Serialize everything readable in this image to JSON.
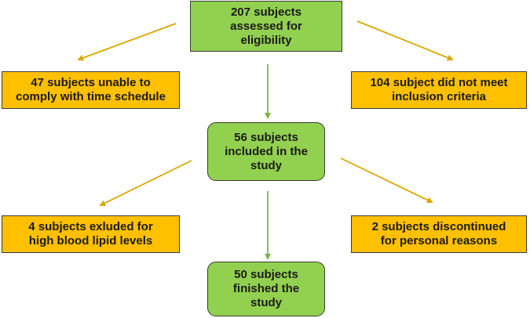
{
  "colors": {
    "green_fill": "#92d050",
    "orange_fill": "#ffc000",
    "green_arrow": "#7ab648",
    "gold_arrow": "#d9a800"
  },
  "nodes": {
    "assessed": "207 subjects\nassessed for\neligibility",
    "unable": "47 subjects unable to\ncomply with time schedule",
    "not_meet": "104 subject did not meet\ninclusion criteria",
    "included": "56 subjects\nincluded in the\nstudy",
    "excluded": "4 subjects exluded for\nhigh blood lipid levels",
    "discontinued": "2 subjects discontinued\nfor personal reasons",
    "finished": "50 subjects\nfinished the\nstudy"
  }
}
